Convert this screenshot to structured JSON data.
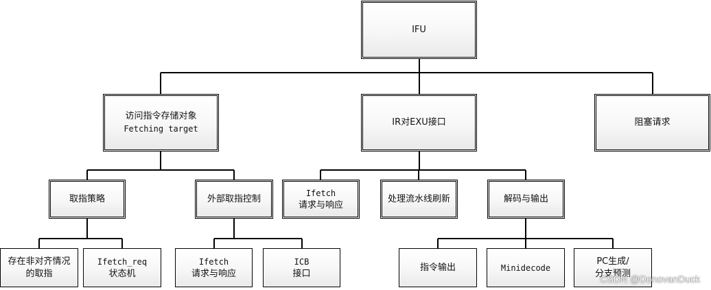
{
  "root": {
    "label": "IFU"
  },
  "branches": [
    {
      "label_line1": "访问指令存储对象",
      "label_line2": "Fetching target",
      "children": [
        {
          "label": "取指策略",
          "children": [
            {
              "line1": "存在非对齐情况",
              "line2": "的取指"
            },
            {
              "line1": "Ifetch_req",
              "line2": "状态机"
            }
          ]
        },
        {
          "label": "外部取指控制",
          "children": [
            {
              "line1": "Ifetch",
              "line2": "请求与响应"
            },
            {
              "line1": "ICB",
              "line2": "接口"
            }
          ]
        }
      ]
    },
    {
      "label": "IR对EXU接口",
      "children": [
        {
          "line1": "Ifetch",
          "line2": "请求与响应"
        },
        {
          "label": "处理流水线刷新"
        },
        {
          "label": "解码与输出",
          "children": [
            {
              "label": "指令输出"
            },
            {
              "label": "Minidecode"
            },
            {
              "line1": "PC生成/",
              "line2": "分支预测"
            }
          ]
        }
      ]
    },
    {
      "label": "阻塞请求"
    }
  ],
  "watermark": "CSDN @DonovanDuck"
}
